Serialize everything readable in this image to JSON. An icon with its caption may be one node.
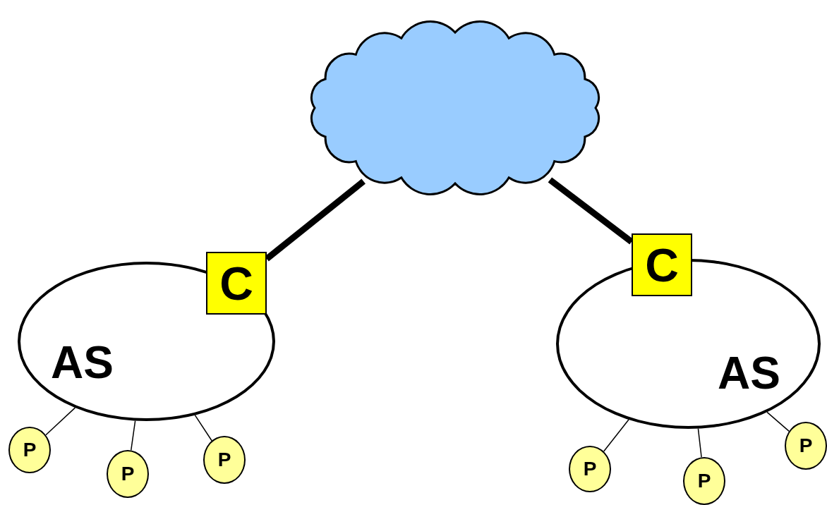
{
  "diagram": {
    "nodes": [
      {
        "text": [],
        "shape": "cloud"
      },
      {
        "text": [
          "C"
        ]
      },
      {
        "text": [
          "C"
        ]
      },
      {
        "text": [
          "AS"
        ]
      },
      {
        "text": [
          "AS"
        ]
      },
      {
        "text": [
          "P"
        ]
      },
      {
        "text": [
          "P"
        ]
      },
      {
        "text": [
          "P"
        ]
      },
      {
        "text": [
          "P"
        ]
      },
      {
        "text": [
          "P"
        ]
      },
      {
        "text": [
          "P"
        ]
      }
    ],
    "edges": [
      {
        "from": 0,
        "to": 1,
        "arrow": "none",
        "style": "thick"
      },
      {
        "from": 0,
        "to": 2,
        "arrow": "none",
        "style": "thick"
      },
      {
        "from": 3,
        "to": 5,
        "arrow": "none"
      },
      {
        "from": 3,
        "to": 6,
        "arrow": "none"
      },
      {
        "from": 3,
        "to": 7,
        "arrow": "none"
      },
      {
        "from": 4,
        "to": 8,
        "arrow": "none"
      },
      {
        "from": 4,
        "to": 9,
        "arrow": "none"
      },
      {
        "from": 4,
        "to": 10,
        "arrow": "none"
      }
    ]
  }
}
